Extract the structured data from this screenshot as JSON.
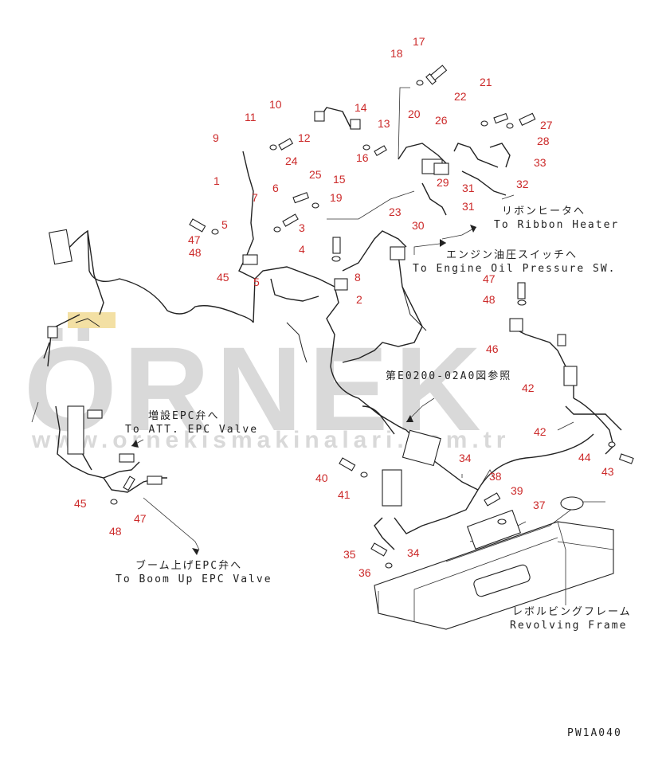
{
  "watermark": {
    "main": "ÖRNEK",
    "url": "www.ornekismakinalari.com.tr"
  },
  "callouts": [
    {
      "id": "c1",
      "text": "1"
    },
    {
      "id": "c2",
      "text": "2"
    },
    {
      "id": "c3",
      "text": "3"
    },
    {
      "id": "c4",
      "text": "4"
    },
    {
      "id": "c5a",
      "text": "5"
    },
    {
      "id": "c5b",
      "text": "5"
    },
    {
      "id": "c6",
      "text": "6"
    },
    {
      "id": "c7",
      "text": "7"
    },
    {
      "id": "c8",
      "text": "8"
    },
    {
      "id": "c9",
      "text": "9"
    },
    {
      "id": "c10",
      "text": "10"
    },
    {
      "id": "c11",
      "text": "11"
    },
    {
      "id": "c12",
      "text": "12"
    },
    {
      "id": "c13",
      "text": "13"
    },
    {
      "id": "c14",
      "text": "14"
    },
    {
      "id": "c15",
      "text": "15"
    },
    {
      "id": "c16",
      "text": "16"
    },
    {
      "id": "c17",
      "text": "17"
    },
    {
      "id": "c18",
      "text": "18"
    },
    {
      "id": "c19",
      "text": "19"
    },
    {
      "id": "c20",
      "text": "20"
    },
    {
      "id": "c21",
      "text": "21"
    },
    {
      "id": "c22",
      "text": "22"
    },
    {
      "id": "c23",
      "text": "23"
    },
    {
      "id": "c24",
      "text": "24"
    },
    {
      "id": "c25",
      "text": "25"
    },
    {
      "id": "c26",
      "text": "26"
    },
    {
      "id": "c27",
      "text": "27"
    },
    {
      "id": "c28",
      "text": "28"
    },
    {
      "id": "c29",
      "text": "29"
    },
    {
      "id": "c30",
      "text": "30"
    },
    {
      "id": "c31a",
      "text": "31"
    },
    {
      "id": "c31b",
      "text": "31"
    },
    {
      "id": "c32",
      "text": "32"
    },
    {
      "id": "c33",
      "text": "33"
    },
    {
      "id": "c34a",
      "text": "34"
    },
    {
      "id": "c34b",
      "text": "34"
    },
    {
      "id": "c35",
      "text": "35"
    },
    {
      "id": "c36",
      "text": "36"
    },
    {
      "id": "c37",
      "text": "37"
    },
    {
      "id": "c38",
      "text": "38"
    },
    {
      "id": "c39",
      "text": "39"
    },
    {
      "id": "c40",
      "text": "40"
    },
    {
      "id": "c41",
      "text": "41"
    },
    {
      "id": "c42a",
      "text": "42"
    },
    {
      "id": "c42b",
      "text": "42"
    },
    {
      "id": "c43",
      "text": "43"
    },
    {
      "id": "c44",
      "text": "44"
    },
    {
      "id": "c45a",
      "text": "45"
    },
    {
      "id": "c45b",
      "text": "45"
    },
    {
      "id": "c46",
      "text": "46"
    },
    {
      "id": "c47a",
      "text": "47"
    },
    {
      "id": "c47b",
      "text": "47"
    },
    {
      "id": "c47c",
      "text": "47"
    },
    {
      "id": "c48a",
      "text": "48"
    },
    {
      "id": "c48b",
      "text": "48"
    },
    {
      "id": "c48c",
      "text": "48"
    }
  ],
  "labels": {
    "ribbon_heater_jp": "リボンヒータへ",
    "ribbon_heater_en": "To Ribbon Heater",
    "oil_pressure_jp": "エンジン油圧スイッチへ",
    "oil_pressure_en": "To Engine Oil Pressure SW.",
    "ref_jp": "第E0200-02A0図参照",
    "att_epc_jp": "増設EPC弁へ",
    "att_epc_en": "To ATT. EPC Valve",
    "boom_epc_jp": "ブーム上げEPC弁へ",
    "boom_epc_en": "To Boom Up EPC Valve",
    "frame_jp": "レボルビングフレーム",
    "frame_en": "Revolving Frame",
    "drawing_code": "PW1A040"
  },
  "colors": {
    "callout": "#cc2a2a",
    "line": "#222222",
    "watermark": "#d9d9d9",
    "watermark_accent": "#e8c24a"
  }
}
